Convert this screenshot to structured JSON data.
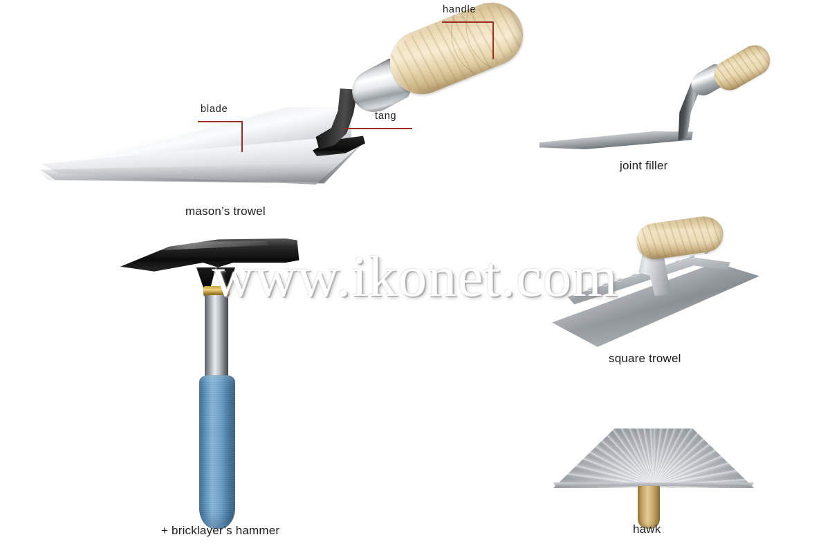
{
  "page": {
    "title": "masonry tools illustration",
    "background_color": "#ffffff",
    "watermark": "www.ikonet.com"
  },
  "accent_colors": {
    "leader_line": "#9e2b20",
    "label_text": "#1b1b1b",
    "wood": "#eadcb4",
    "steel": "#b9bdc2",
    "hammer_grip_blue": "#5a92bd",
    "brass_collar": "#caa33c",
    "hammer_head_black": "#0b0b0b"
  },
  "tools": [
    {
      "id": "masons-trowel",
      "caption": "mason’s trowel",
      "callouts": [
        {
          "id": "handle",
          "label": "handle"
        },
        {
          "id": "blade",
          "label": "blade"
        },
        {
          "id": "tang",
          "label": "tang"
        }
      ]
    },
    {
      "id": "joint-filler",
      "caption": "joint filler",
      "callouts": []
    },
    {
      "id": "bricklayers-hammer",
      "caption": "+ bricklayer’s hammer",
      "callouts": []
    },
    {
      "id": "square-trowel",
      "caption": "square trowel",
      "callouts": []
    },
    {
      "id": "hawk",
      "caption": "hawk",
      "callouts": []
    }
  ],
  "captions": {
    "masons_trowel": "mason’s trowel",
    "joint_filler": "joint filler",
    "bricklayers_hammer": "+ bricklayer’s hammer",
    "square_trowel": "square trowel",
    "hawk": "hawk"
  },
  "labels": {
    "handle": "handle",
    "blade": "blade",
    "tang": "tang"
  }
}
